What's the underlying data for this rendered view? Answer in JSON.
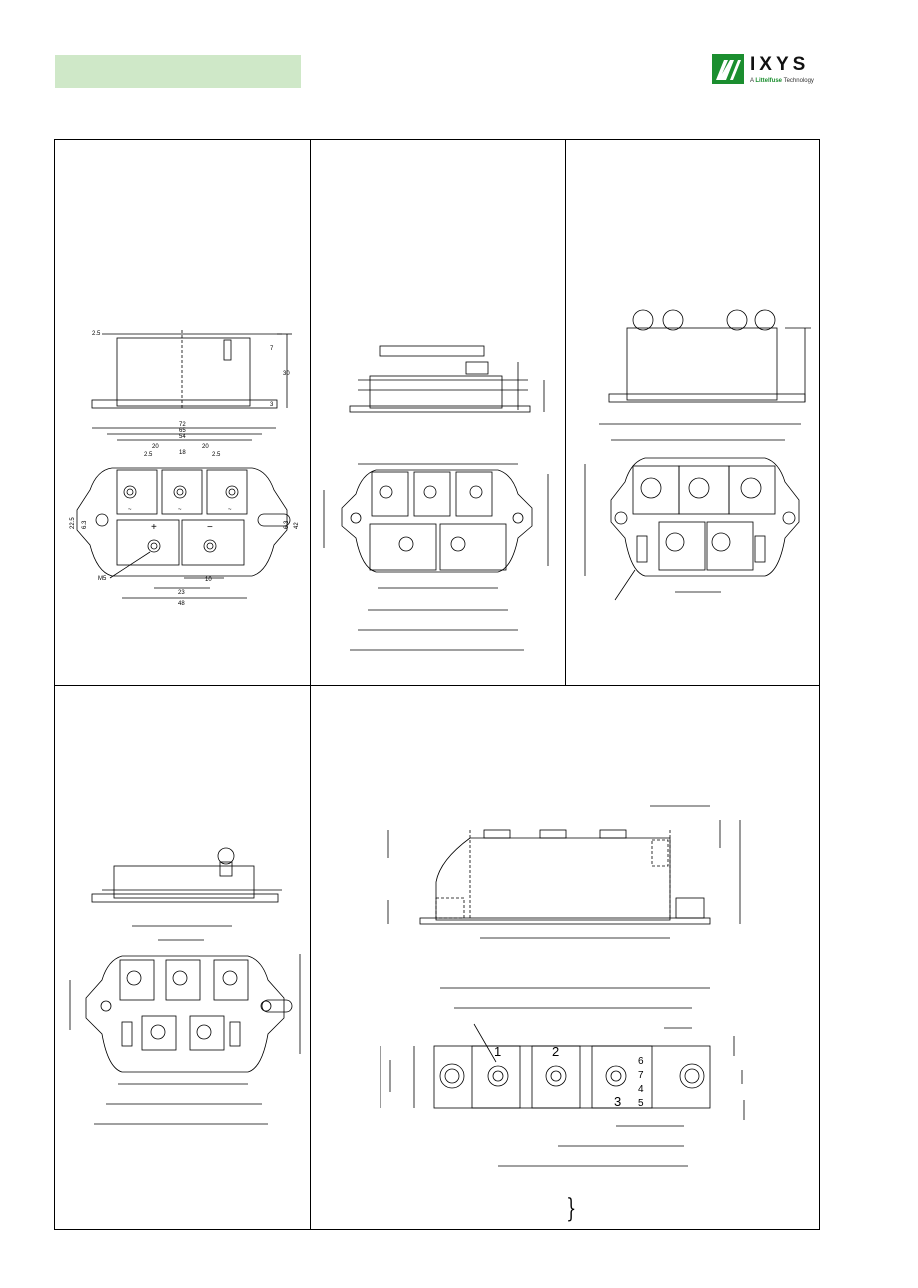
{
  "header": {
    "logo_text": "IXYS",
    "logo_tag_prefix": "A ",
    "logo_tag_brand": "Littelfuse",
    "logo_tag_suffix": " Technology"
  },
  "drawing1": {
    "dims": {
      "d2_5a": "2.5",
      "d7": "7",
      "d30": "30",
      "d3": "3",
      "d72": "72",
      "d65": "65",
      "d54": "54",
      "d20a": "20",
      "d18": "18",
      "d20b": "20",
      "d2_5b": "2.5",
      "d2_5c": "2.5",
      "d22_5": "22.5",
      "d6_3a": "6.3",
      "d6_3b": "6.3",
      "d42": "42",
      "m5": "M5",
      "d10": "10",
      "d23": "23",
      "d48": "48"
    },
    "symbols": {
      "ac": "~",
      "plus": "+",
      "minus": "−"
    }
  },
  "drawing5": {
    "pins": {
      "p1": "1",
      "p2": "2",
      "p3": "3",
      "p4": "4",
      "p5": "5",
      "p6": "6",
      "p7": "7"
    }
  }
}
